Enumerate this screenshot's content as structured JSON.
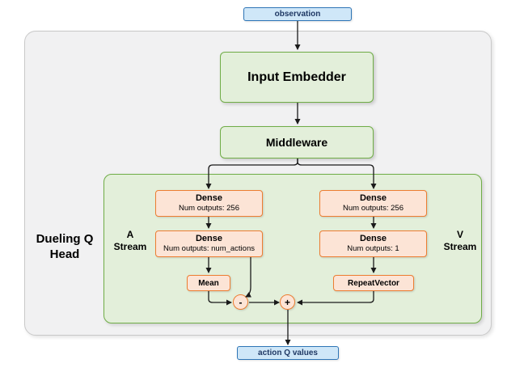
{
  "colors": {
    "blue_fill": "#cfe7f8",
    "blue_border": "#2e75b6",
    "green_fill": "#e3efda",
    "green_border": "#70ad47",
    "orange_fill": "#fce4d6",
    "orange_border": "#ed7d31",
    "panel_fill": "#f1f1f2",
    "arrow": "#1a1a1a"
  },
  "nodes": {
    "observation": {
      "label": "observation"
    },
    "input_embedder": {
      "label": "Input Embedder"
    },
    "middleware": {
      "label": "Middleware"
    },
    "head": {
      "line1": "Dueling Q",
      "line2": "Head"
    },
    "a_stream": {
      "line1": "A",
      "line2": "Stream"
    },
    "v_stream": {
      "line1": "V",
      "line2": "Stream"
    },
    "a_dense1": {
      "title": "Dense",
      "subtitle": "Num outputs: 256"
    },
    "a_dense2": {
      "title": "Dense",
      "subtitle": "Num outputs: num_actions"
    },
    "mean": {
      "label": "Mean"
    },
    "v_dense1": {
      "title": "Dense",
      "subtitle": "Num outputs: 256"
    },
    "v_dense2": {
      "title": "Dense",
      "subtitle": "Num outputs: 1"
    },
    "repeat_vector": {
      "label": "RepeatVector"
    },
    "minus_op": {
      "label": "-"
    },
    "plus_op": {
      "label": "+"
    },
    "action_q_values": {
      "label": "action Q values"
    }
  }
}
